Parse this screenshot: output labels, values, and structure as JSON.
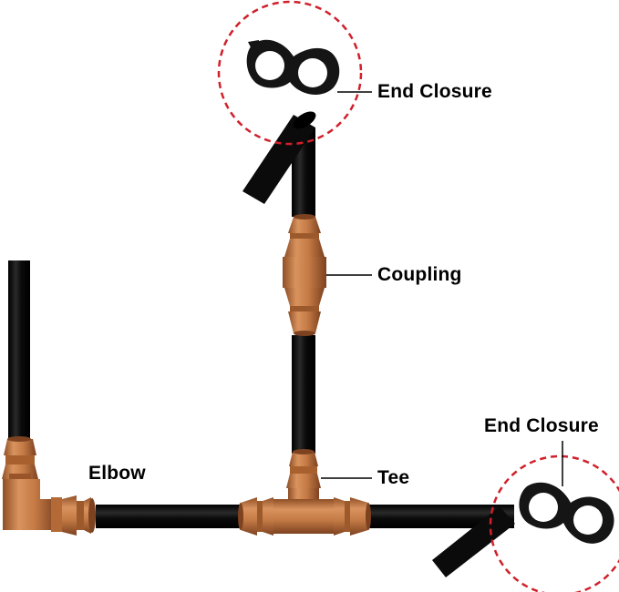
{
  "labels": {
    "end_closure_top": "End Closure",
    "coupling": "Coupling",
    "tee": "Tee",
    "elbow": "Elbow",
    "end_closure_right": "End Closure"
  },
  "colors": {
    "tubing": "#0e0e0e",
    "fitting": "#c47a45",
    "fitting_dark": "#8f4f26",
    "closure": "#151515",
    "highlight_circle": "#d0202a"
  }
}
